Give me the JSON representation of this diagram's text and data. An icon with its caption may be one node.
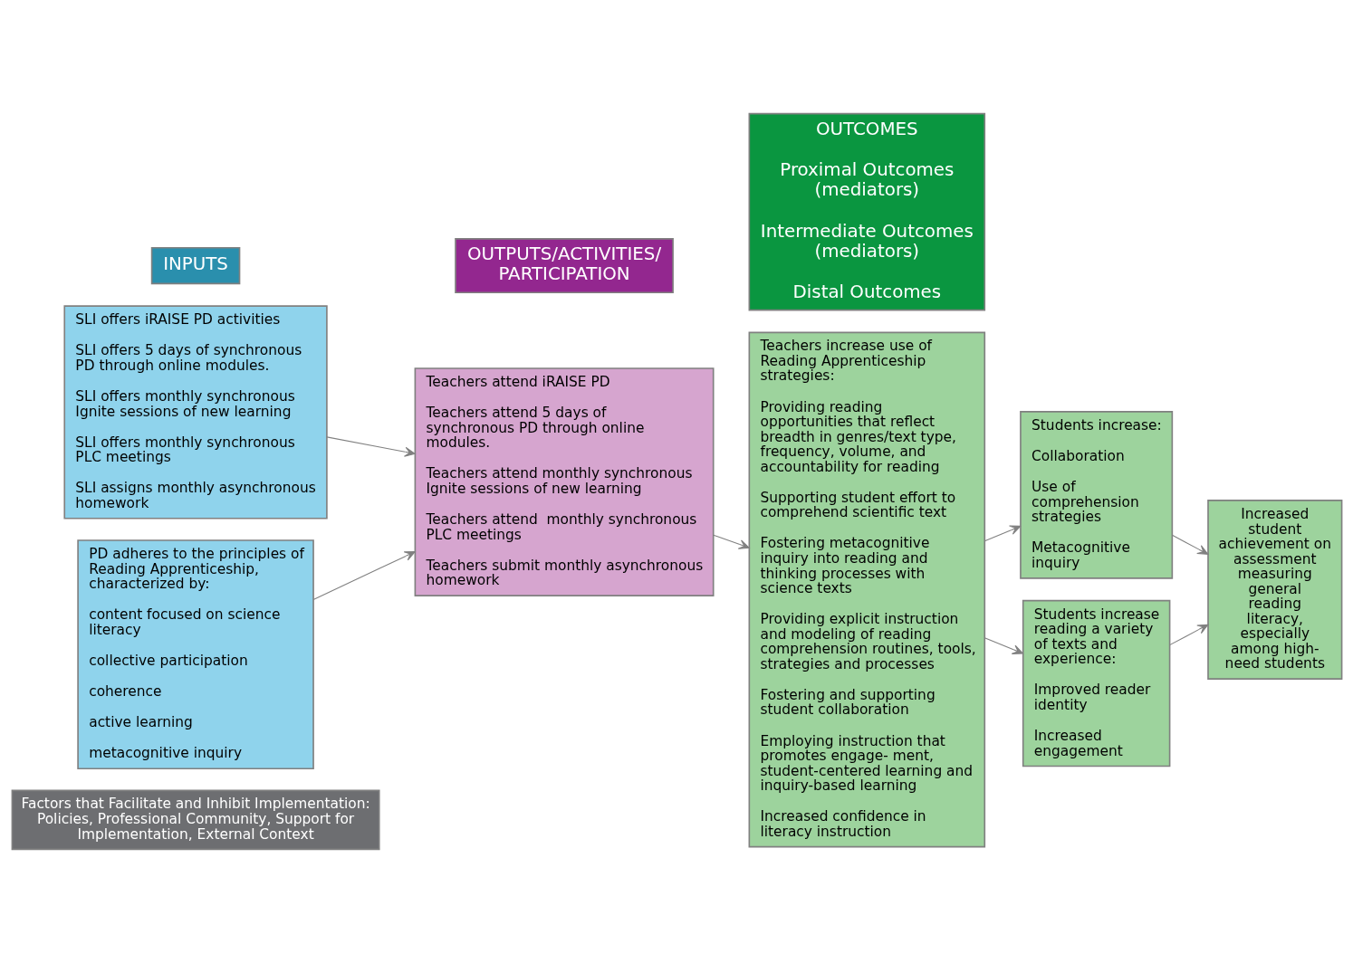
{
  "diagram": {
    "nodes": [
      {
        "text": [
          "INPUTS"
        ]
      },
      {
        "text": [
          "OUTPUTS/ACTIVITIES/ PARTICIPATION"
        ]
      },
      {
        "text": [
          "OUTCOMES",
          "Proximal Outcomes (mediators)",
          "Intermediate Outcomes (mediators)",
          "Distal Outcomes"
        ]
      },
      {
        "text": [
          "SLI offers iRAISE PD activities",
          "SLI offers 5 days of synchronous PD through online modules.",
          "SLI offers monthly synchronous Ignite sessions of new learning",
          "SLI offers monthly synchronous  PLC meetings",
          "SLI assigns monthly asynchronous homework"
        ]
      },
      {
        "text": [
          "PD adheres to the principles of Reading Apprenticeship, characterized by:",
          "content focused on science literacy",
          "collective participation",
          "coherence",
          "active learning",
          "metacognitive inquiry"
        ]
      },
      {
        "text": [
          "Teachers attend iRAISE PD",
          "Teachers attend 5 days of synchronous PD through online modules.",
          "Teachers attend monthly synchronous Ignite sessions of new learning",
          "Teachers attend  monthly synchronous PLC meetings",
          "Teachers submit monthly asynchronous homework"
        ]
      },
      {
        "text": [
          "Teachers increase use of Reading Apprenticeship strategies:",
          "Providing reading opportunities that reflect breadth in genres/text type, frequency, volume, and accountability for reading",
          "Supporting student effort to comprehend scientific text",
          "Fostering metacognitive inquiry into reading and thinking processes with science texts",
          "Providing explicit instruction and modeling of reading comprehension routines, tools, strategies and processes",
          "Fostering and supporting student collaboration",
          "Employing instruction that promotes engage- ment, student-centered learning and inquiry-based learning",
          "Increased confidence in literacy instruction"
        ]
      },
      {
        "text": [
          "Students increase:",
          "Collaboration",
          "Use of comprehension strategies",
          "Metacognitive inquiry"
        ]
      },
      {
        "text": [
          "Students increase reading a variety of texts and experience:",
          "Improved reader identity",
          "Increased engagement"
        ]
      },
      {
        "text": [
          "Increased student achievement on assessment measuring general reading literacy, especially among high-need students"
        ]
      },
      {
        "text": [
          "Factors that Facilitate and Inhibit Implementation: Policies, Professional Community, Support for Implementation, External Context"
        ]
      }
    ],
    "edges": [
      {
        "from": 3,
        "to": 5,
        "arrow": "to"
      },
      {
        "from": 4,
        "to": 5,
        "arrow": "to"
      },
      {
        "from": 5,
        "to": 6,
        "arrow": "to"
      },
      {
        "from": 6,
        "to": 7,
        "arrow": "to"
      },
      {
        "from": 6,
        "to": 8,
        "arrow": "to"
      },
      {
        "from": 7,
        "to": 9,
        "arrow": "to"
      },
      {
        "from": 8,
        "to": 9,
        "arrow": "to"
      }
    ]
  }
}
